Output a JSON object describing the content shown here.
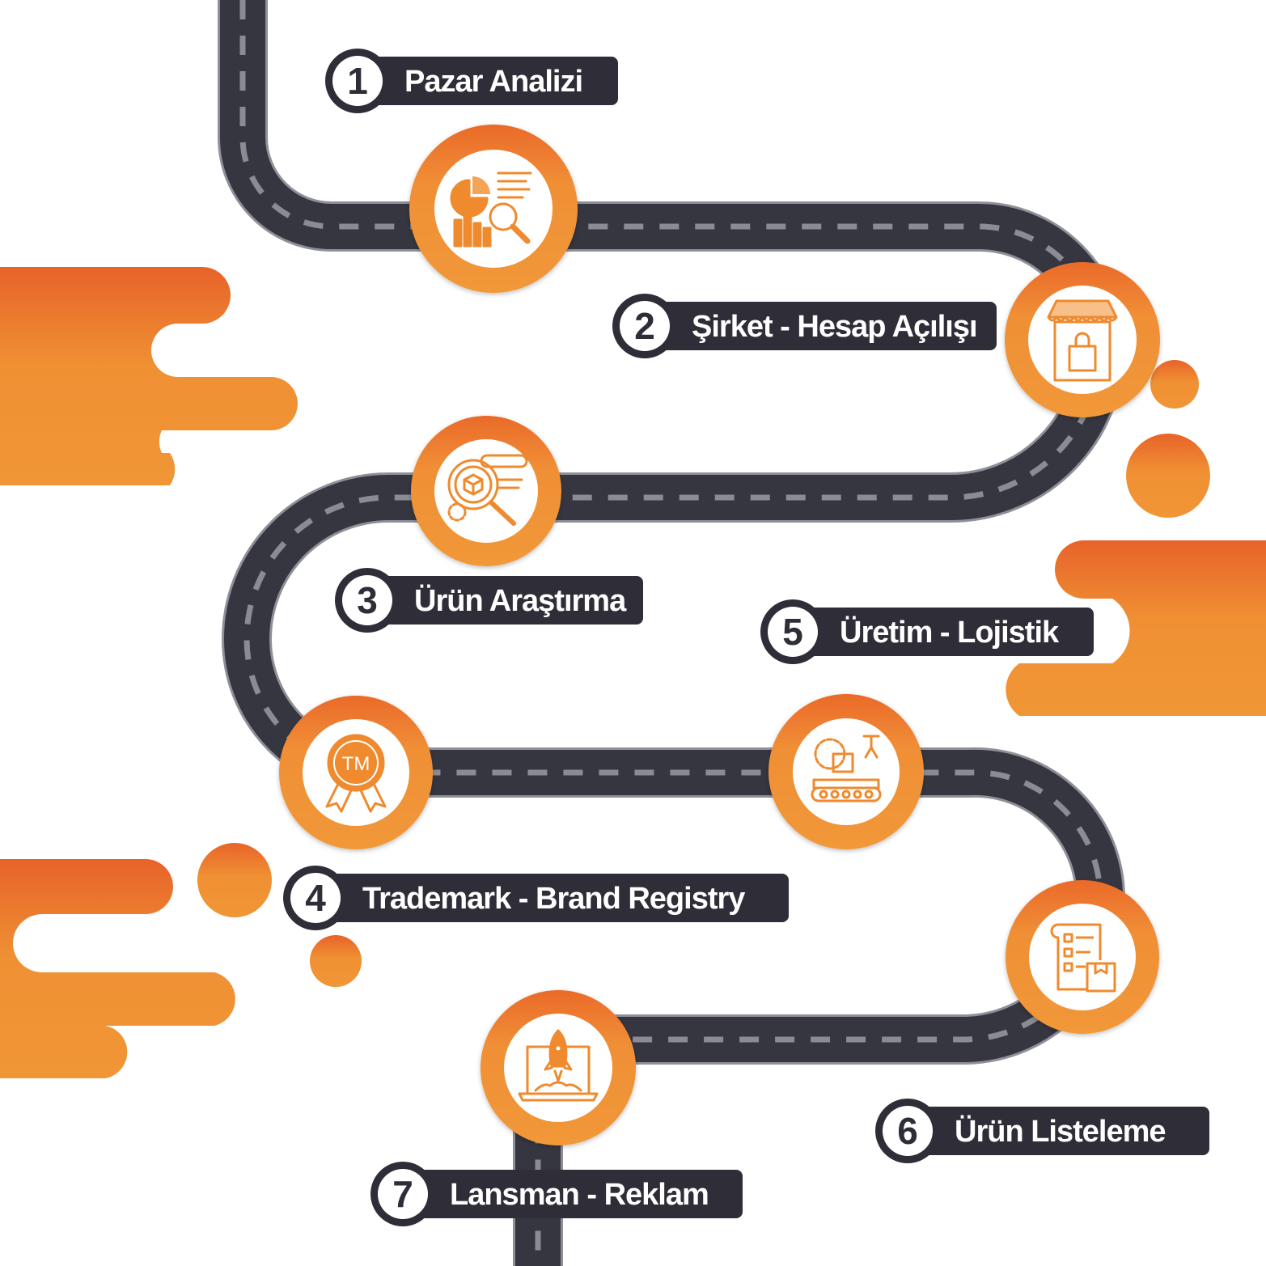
{
  "colors": {
    "road": "#363641",
    "road_edge": "#9a9aa2",
    "dash": "#8b8b95",
    "orange": "#ef9033",
    "orange_dark": "#e8632a",
    "badge": "#2f2e38",
    "label_text": "#ffffff"
  },
  "steps": [
    {
      "number": "1",
      "label": "Pazar Analizi",
      "icon": "market-analysis-icon"
    },
    {
      "number": "2",
      "label": "Şirket - Hesap Açılışı",
      "icon": "store-shopping-bag-icon"
    },
    {
      "number": "3",
      "label": "Ürün Araştırma",
      "icon": "product-research-icon"
    },
    {
      "number": "4",
      "label": "Trademark - Brand Registry",
      "icon": "trademark-badge-icon"
    },
    {
      "number": "5",
      "label": "Üretim - Lojistik",
      "icon": "factory-conveyor-icon"
    },
    {
      "number": "6",
      "label": "Ürün Listeleme",
      "icon": "product-listing-icon"
    },
    {
      "number": "7",
      "label": "Lansman - Reklam",
      "icon": "laptop-rocket-icon"
    }
  ]
}
